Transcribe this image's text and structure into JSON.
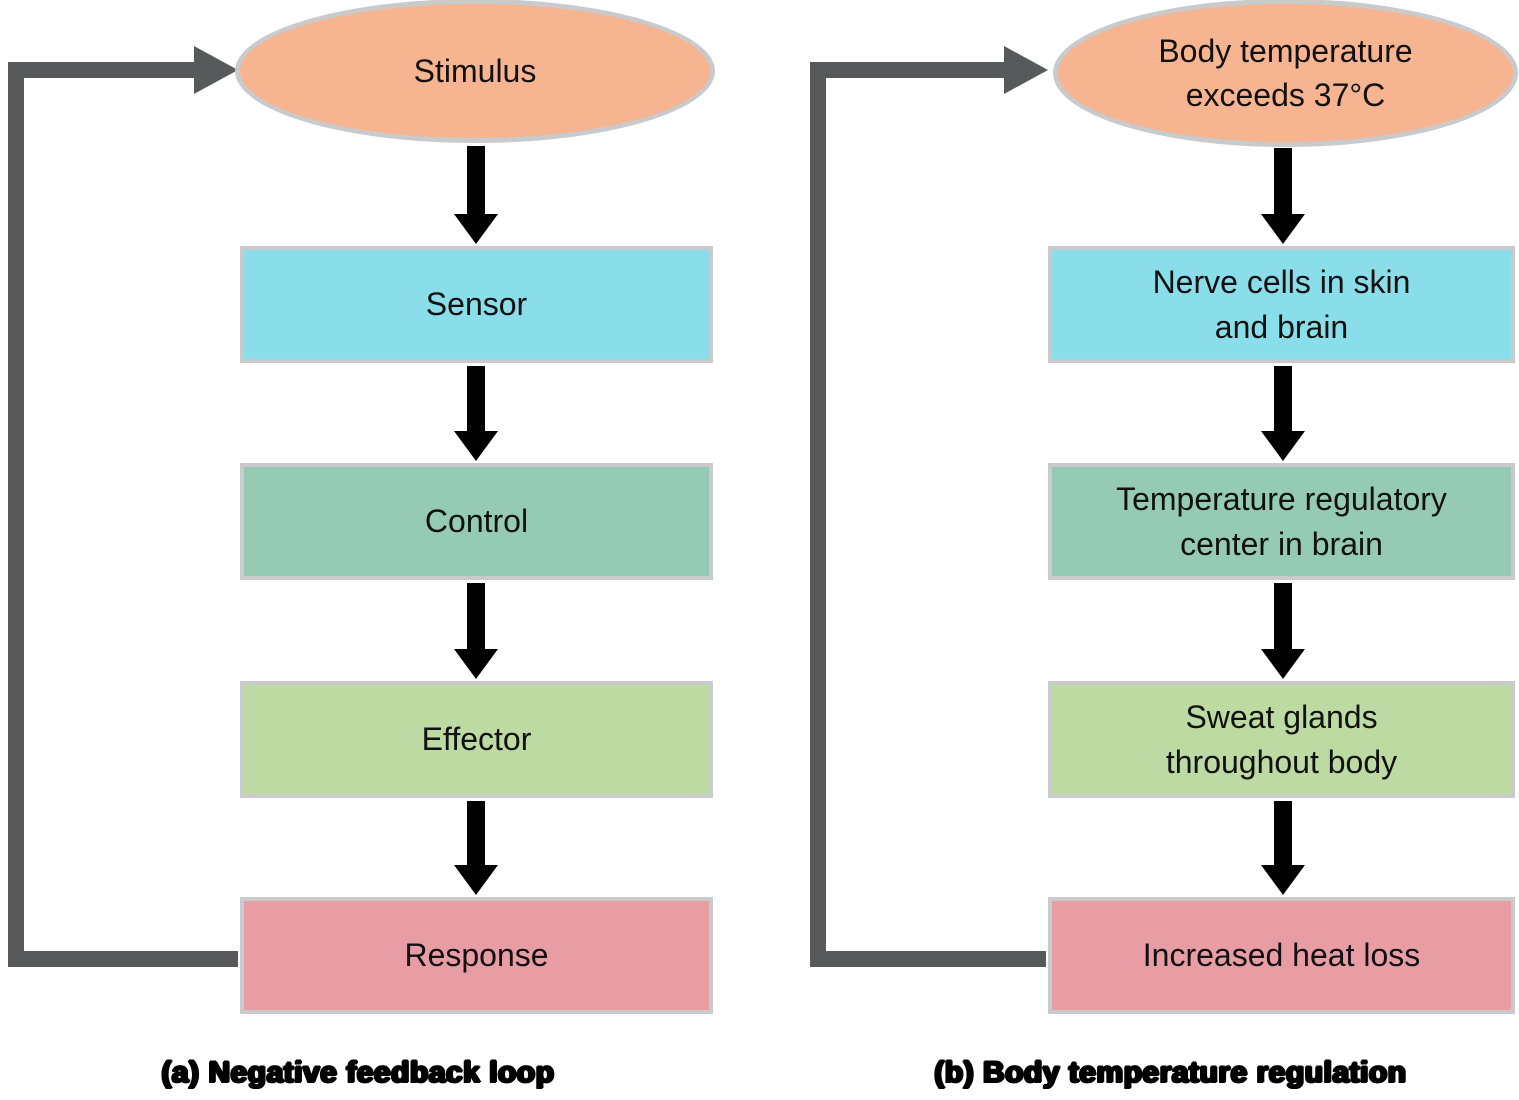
{
  "figure": {
    "panels": [
      {
        "id": "a",
        "caption": "(a) Negative feedback loop",
        "stimulus": {
          "lines": [
            "Stimulus"
          ]
        },
        "steps": [
          {
            "name": "sensor",
            "lines": [
              "Sensor"
            ]
          },
          {
            "name": "control",
            "lines": [
              "Control"
            ]
          },
          {
            "name": "effector",
            "lines": [
              "Effector"
            ]
          },
          {
            "name": "response",
            "lines": [
              "Response"
            ]
          }
        ]
      },
      {
        "id": "b",
        "caption": "(b) Body temperature regulation",
        "stimulus": {
          "lines": [
            "Body temperature",
            "exceeds 37°C"
          ]
        },
        "steps": [
          {
            "name": "sensor",
            "lines": [
              "Nerve cells in skin",
              "and brain"
            ]
          },
          {
            "name": "control",
            "lines": [
              "Temperature regulatory",
              "center in brain"
            ]
          },
          {
            "name": "effector",
            "lines": [
              "Sweat glands",
              "throughout body"
            ]
          },
          {
            "name": "response",
            "lines": [
              "Increased heat loss"
            ]
          }
        ]
      }
    ],
    "icons": [
      "down-arrow-icon",
      "feedback-loop-arrow-icon"
    ],
    "colors": {
      "stimulus_fill": "#f7b491",
      "sensor_fill": "#8adee9",
      "control_fill": "#95cbb5",
      "effector_fill": "#bcdaa2",
      "response_fill": "#e89da4",
      "shape_border": "#c9cacb",
      "connector_arrow": "#000000",
      "feedback_loop_arrow": "#58595b",
      "text": "#111111",
      "background": "#ffffff"
    }
  }
}
